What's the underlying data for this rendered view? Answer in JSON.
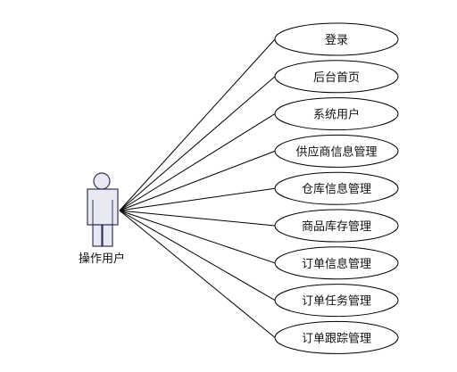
{
  "actor": {
    "name": "操作用户",
    "body_fill": "#e9e9f4",
    "stroke": "#333355"
  },
  "use_cases": [
    {
      "label": "登录"
    },
    {
      "label": "后台首页"
    },
    {
      "label": "系统用户"
    },
    {
      "label": "供应商信息管理"
    },
    {
      "label": "仓库信息管理"
    },
    {
      "label": "商品库存管理"
    },
    {
      "label": "订单信息管理"
    },
    {
      "label": "订单任务管理"
    },
    {
      "label": "订单跟踪管理"
    }
  ],
  "colors": {
    "line": "#000000",
    "ellipse_stroke": "#000000",
    "ellipse_fill": "#ffffff"
  }
}
